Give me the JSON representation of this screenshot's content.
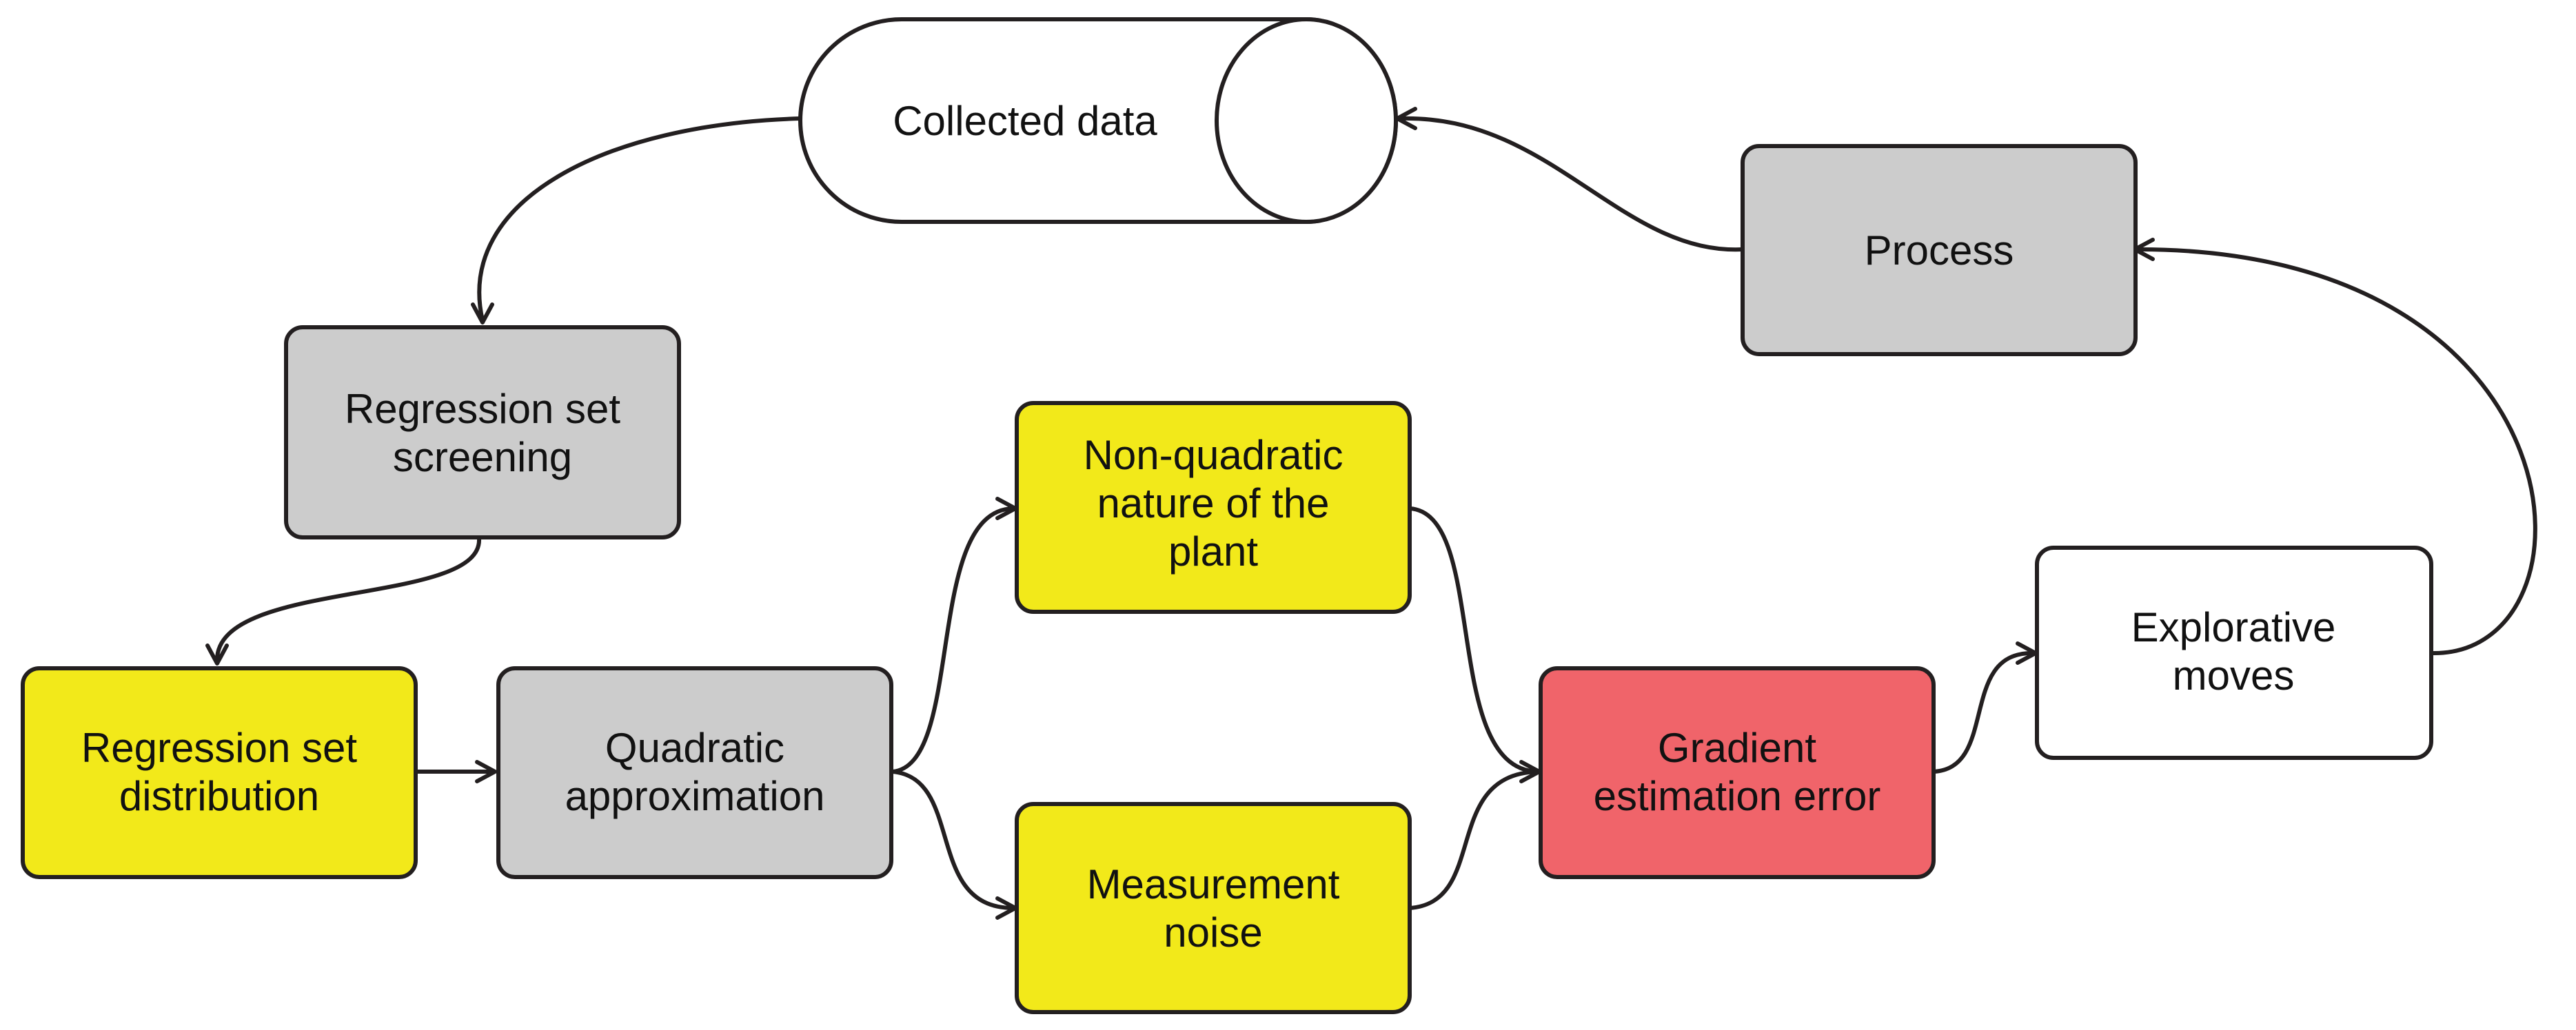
{
  "nodes": {
    "collected_data": {
      "lines": [
        "Collected data"
      ],
      "shape": "cylinder",
      "fill": "#ffffff"
    },
    "process": {
      "lines": [
        "Process"
      ],
      "fill": "#cccccc"
    },
    "regression_set_screening": {
      "lines": [
        "Regression set",
        "screening"
      ],
      "fill": "#cccccc"
    },
    "regression_set_distribution": {
      "lines": [
        "Regression set",
        "distribution"
      ],
      "fill": "#f2e91a"
    },
    "quadratic_approximation": {
      "lines": [
        "Quadratic",
        "approximation"
      ],
      "fill": "#cccccc"
    },
    "non_quadratic_nature": {
      "lines": [
        "Non-quadratic",
        "nature of the",
        "plant"
      ],
      "fill": "#f2e91a"
    },
    "measurement_noise": {
      "lines": [
        "Measurement",
        "noise"
      ],
      "fill": "#f2e91a"
    },
    "gradient_estimation_error": {
      "lines": [
        "Gradient",
        "estimation error"
      ],
      "fill": "#f0646a"
    },
    "explorative_moves": {
      "lines": [
        "Explorative",
        "moves"
      ],
      "fill": "#ffffff"
    }
  },
  "edges": [
    {
      "from": "collected_data",
      "to": "regression_set_screening"
    },
    {
      "from": "regression_set_screening",
      "to": "regression_set_distribution"
    },
    {
      "from": "regression_set_distribution",
      "to": "quadratic_approximation"
    },
    {
      "from": "quadratic_approximation",
      "to": "non_quadratic_nature"
    },
    {
      "from": "quadratic_approximation",
      "to": "measurement_noise"
    },
    {
      "from": "non_quadratic_nature",
      "to": "gradient_estimation_error"
    },
    {
      "from": "measurement_noise",
      "to": "gradient_estimation_error"
    },
    {
      "from": "gradient_estimation_error",
      "to": "explorative_moves"
    },
    {
      "from": "explorative_moves",
      "to": "process"
    },
    {
      "from": "process",
      "to": "collected_data"
    }
  ]
}
